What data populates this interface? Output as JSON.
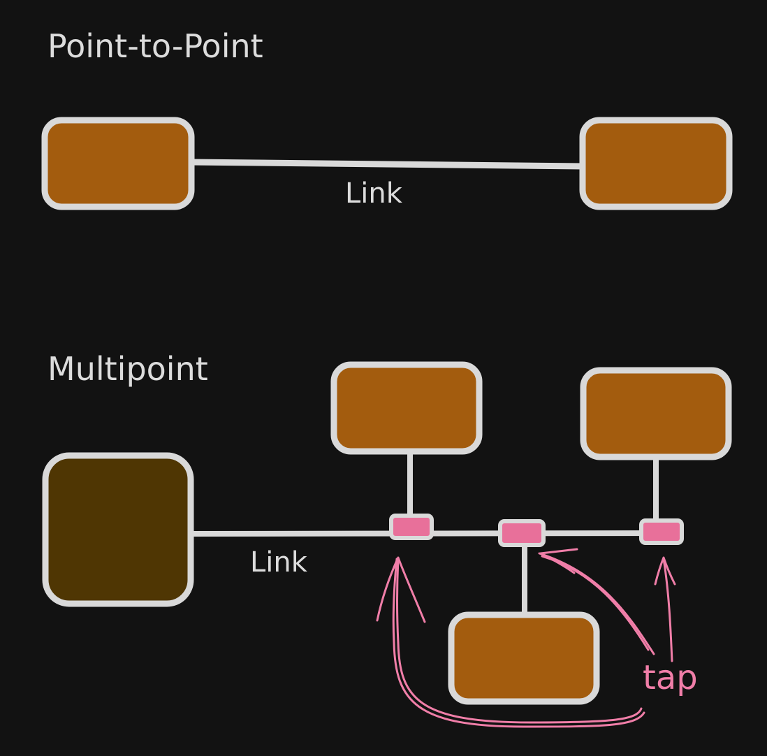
{
  "diagram": {
    "colors": {
      "background": "#121212",
      "stroke": "#d9d9d9",
      "node_fill": "#a35c0e",
      "host_fill": "#4f3603",
      "tap_fill": "#e8709a",
      "tap_annotation": "#f07ea8"
    },
    "sections": {
      "point_to_point": {
        "title": "Point-to-Point",
        "link_label": "Link"
      },
      "multipoint": {
        "title": "Multipoint",
        "link_label": "Link",
        "tap_label": "tap"
      }
    }
  }
}
